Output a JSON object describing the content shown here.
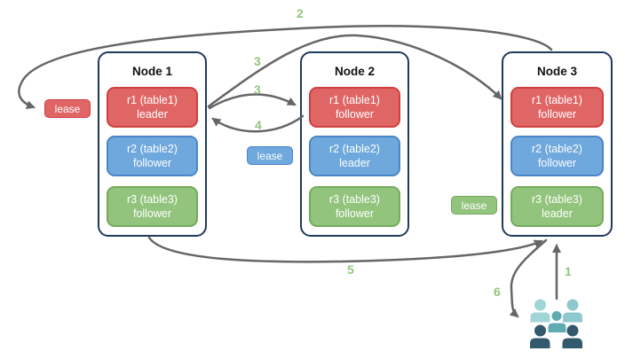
{
  "nodes": [
    {
      "title": "Node 1",
      "replicas": [
        {
          "name": "r1 (table1)",
          "role": "leader",
          "color": "red"
        },
        {
          "name": "r2 (table2)",
          "role": "follower",
          "color": "blue"
        },
        {
          "name": "r3 (table3)",
          "role": "follower",
          "color": "green"
        }
      ]
    },
    {
      "title": "Node 2",
      "replicas": [
        {
          "name": "r1 (table1)",
          "role": "follower",
          "color": "red"
        },
        {
          "name": "r2 (table2)",
          "role": "leader",
          "color": "blue"
        },
        {
          "name": "r3 (table3)",
          "role": "follower",
          "color": "green"
        }
      ]
    },
    {
      "title": "Node 3",
      "replicas": [
        {
          "name": "r1 (table1)",
          "role": "follower",
          "color": "red"
        },
        {
          "name": "r2 (table2)",
          "role": "follower",
          "color": "blue"
        },
        {
          "name": "r3 (table3)",
          "role": "leader",
          "color": "green"
        }
      ]
    }
  ],
  "leases": [
    {
      "label": "lease",
      "color": "#e06666"
    },
    {
      "label": "lease",
      "color": "#6fa8dc"
    },
    {
      "label": "lease",
      "color": "#93c47d"
    }
  ],
  "steps": {
    "s1": "1",
    "s2": "2",
    "s3a": "3",
    "s3b": "3",
    "s4": "4",
    "s5": "5",
    "s6": "6"
  },
  "icons": {
    "users": "users-group-icon"
  },
  "colors": {
    "replica_red": "#e06666",
    "replica_red_border": "#cf4040",
    "replica_blue": "#6fa8dc",
    "replica_blue_border": "#4a86c8",
    "replica_green": "#93c47d",
    "replica_green_border": "#74ab5c",
    "node_border": "#1f3a5f",
    "arrow": "#666666",
    "step_label": "#93c47d",
    "users_light": "#a2d5d8",
    "users_mid": "#60abb2",
    "users_dark": "#33596d"
  }
}
